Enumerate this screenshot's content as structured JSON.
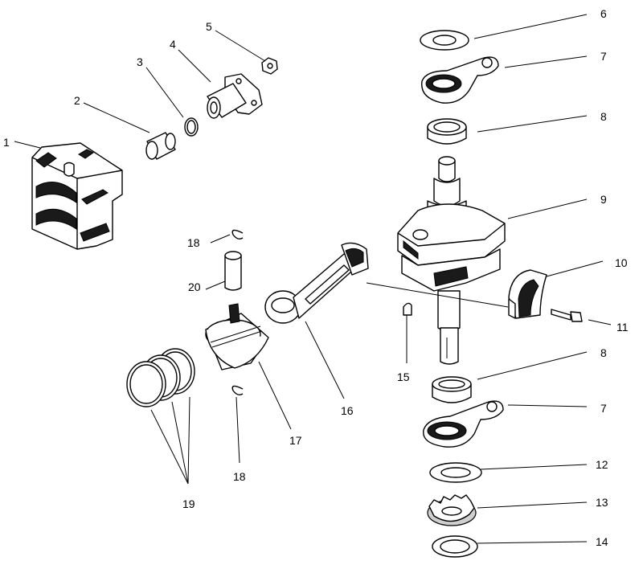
{
  "callouts": {
    "c1": "1",
    "c2": "2",
    "c3": "3",
    "c4": "4",
    "c5": "5",
    "c6": "6",
    "c7a": "7",
    "c7b": "7",
    "c8a": "8",
    "c8b": "8",
    "c9": "9",
    "c10": "10",
    "c11": "11",
    "c12": "12",
    "c13": "13",
    "c14": "14",
    "c15": "15",
    "c16": "16",
    "c17": "17",
    "c18a": "18",
    "c18b": "18",
    "c19": "19",
    "c20": "20"
  },
  "colors": {
    "line": "#000000",
    "shade": "#1a1a1a",
    "background": "#ffffff"
  }
}
